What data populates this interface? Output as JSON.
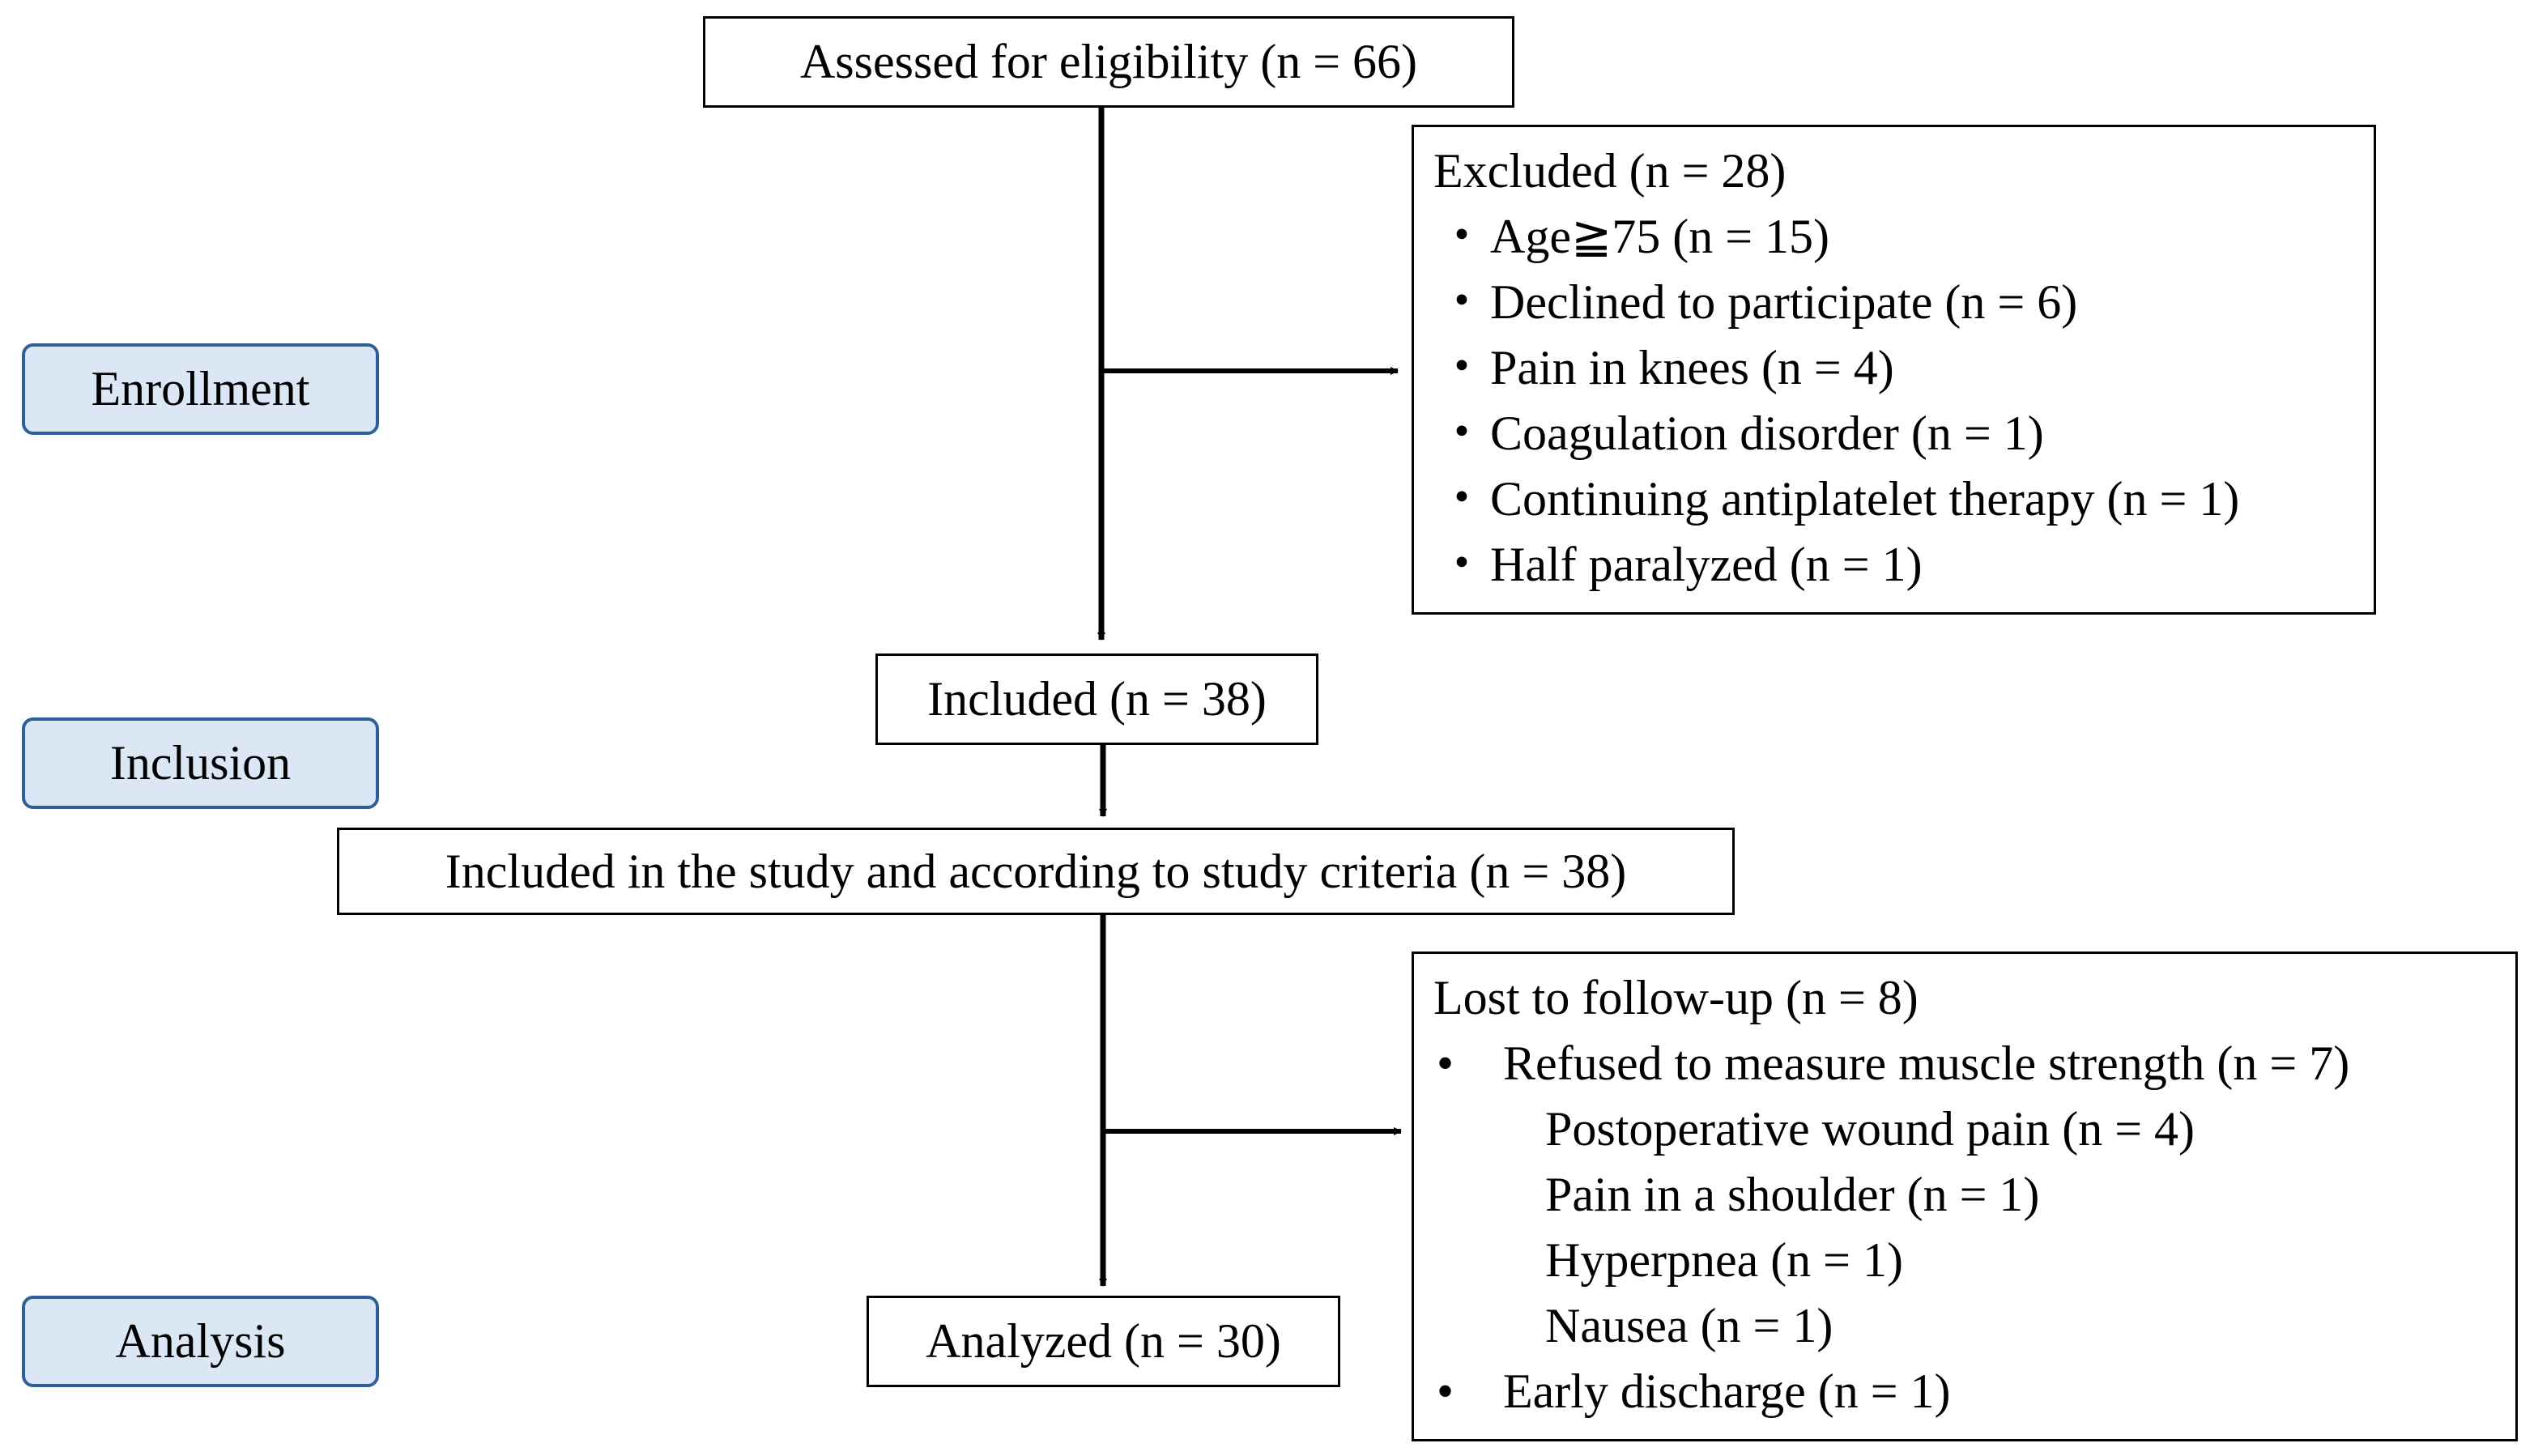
{
  "stages": {
    "enrollment": "Enrollment",
    "inclusion": "Inclusion",
    "analysis": "Analysis"
  },
  "boxes": {
    "assessed": "Assessed for eligibility (n = 66)",
    "included": "Included (n = 38)",
    "included_study": "Included in the study and according to study criteria (n = 38)",
    "analyzed": "Analyzed (n = 30)"
  },
  "excluded": {
    "title": "Excluded (n = 28)",
    "bullet": "・",
    "items": [
      "Age≧75 (n = 15)",
      "Declined to participate (n = 6)",
      "Pain in knees (n = 4)",
      "Coagulation disorder (n = 1)",
      "Continuing antiplatelet therapy (n = 1)",
      "Half paralyzed (n = 1)"
    ]
  },
  "lost": {
    "title": "Lost to follow-up (n = 8)",
    "bullet": "•",
    "refused": "Refused to measure muscle strength  (n = 7)",
    "reasons": [
      "Postoperative wound pain (n = 4)",
      "Pain in a shoulder (n = 1)",
      "Hyperpnea (n = 1)",
      "Nausea (n = 1)"
    ],
    "early": "Early discharge (n = 1)"
  },
  "colors": {
    "stage_fill": "#dbe7f5",
    "stage_border": "#2f5f9a",
    "line": "#000000"
  }
}
